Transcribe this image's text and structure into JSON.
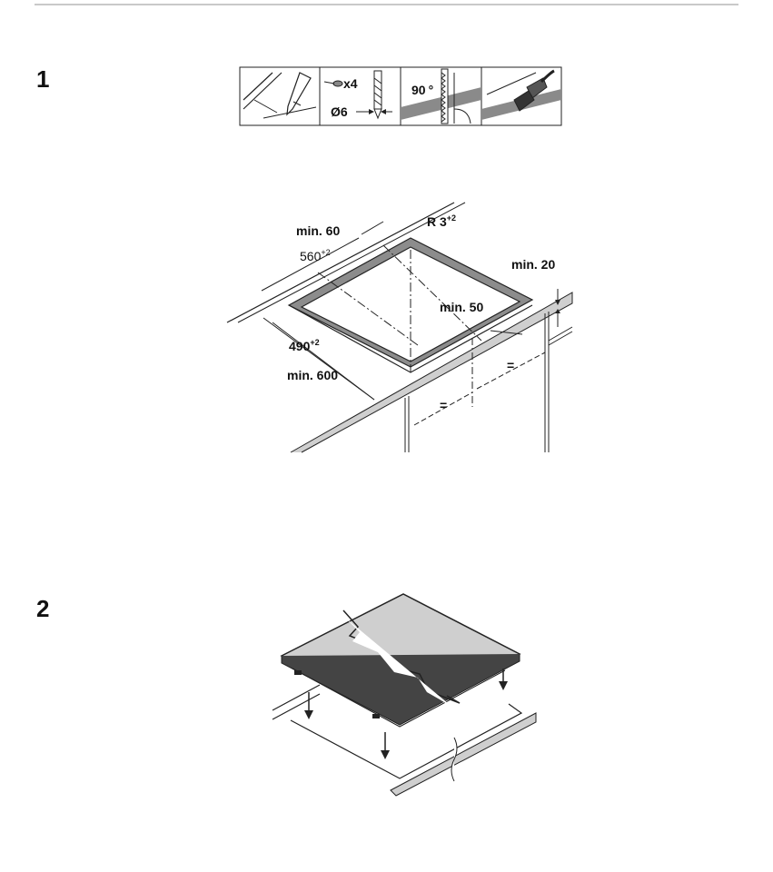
{
  "steps": {
    "step1": "1",
    "step2": "2"
  },
  "tools_strip": {
    "quantity": "x4",
    "diameter": "Ø6",
    "angle": "90",
    "angle_unit": "°",
    "icons": [
      "pencil-marking-icon",
      "drill-icon",
      "jigsaw-icon",
      "brush-sealing-icon"
    ]
  },
  "cutout_diagram": {
    "min_60": "min. 60",
    "radius": "R 3",
    "radius_tol": "+2",
    "width_560": "560",
    "width_560_tol": "+2",
    "min_20": "min. 20",
    "min_50": "min. 50",
    "depth_490": "490",
    "depth_490_tol": "+2",
    "min_600": "min. 600",
    "equal_a": "=",
    "equal_b": "="
  },
  "install_diagram": {
    "icons": [
      "hob-panel",
      "down-arrow-icon"
    ]
  }
}
